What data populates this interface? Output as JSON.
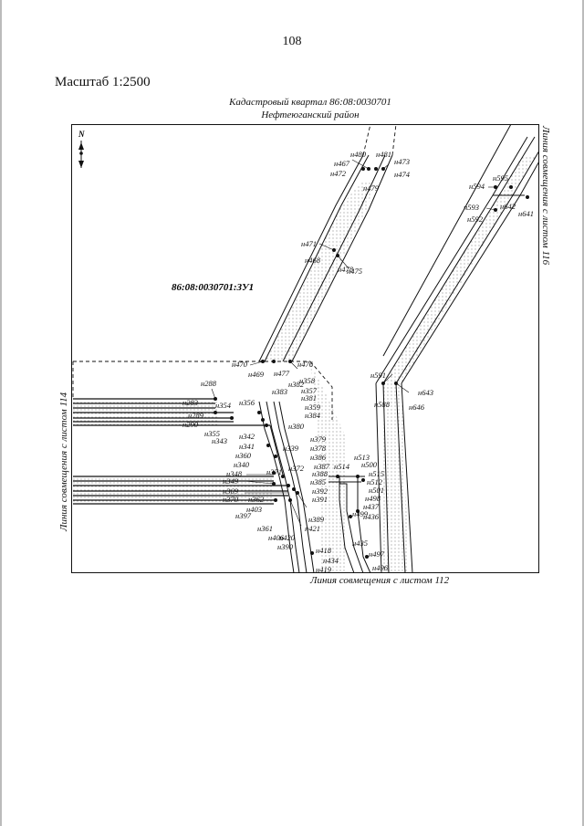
{
  "page_number": "108",
  "scale": "Масштаб 1:2500",
  "quarter": "Кадастровый квартал 86:08:0030701",
  "district": "Нефтеюганский район",
  "parcel_label": "86:08:0030701:ЗУ1",
  "north": "N",
  "side_left": "Линия совмещения с листом 114",
  "side_right": "Линия совмещения с листом 116",
  "side_bottom": "Линия совмещения с листом 112",
  "points": [
    "н480",
    "н481",
    "н467",
    "н473",
    "н472",
    "н474",
    "н479",
    "н471",
    "н468",
    "н478",
    "н475",
    "н470",
    "н476",
    "н469",
    "н477",
    "н382",
    "н358",
    "н383",
    "н357",
    "н381",
    "н359",
    "н384",
    "н288",
    "н283",
    "н354",
    "н356",
    "н289",
    "н290",
    "н380",
    "н355",
    "н342",
    "н343",
    "н341",
    "н379",
    "н378",
    "н339",
    "н360",
    "н340",
    "н372",
    "н371",
    "н386",
    "н387",
    "н348",
    "н349",
    "н388",
    "н385",
    "н369",
    "н392",
    "н370",
    "н391",
    "н362",
    "н403",
    "н397",
    "н389",
    "н361",
    "н421",
    "н406",
    "н420",
    "н390",
    "н513",
    "н500",
    "н514",
    "н515",
    "н512",
    "н501",
    "н498",
    "н499",
    "н437",
    "н436",
    "н435",
    "н418",
    "н497",
    "н434",
    "н419",
    "н496",
    "н595",
    "н594",
    "н642",
    "н593",
    "н641",
    "н592",
    "н591",
    "н643",
    "н588",
    "н646"
  ]
}
